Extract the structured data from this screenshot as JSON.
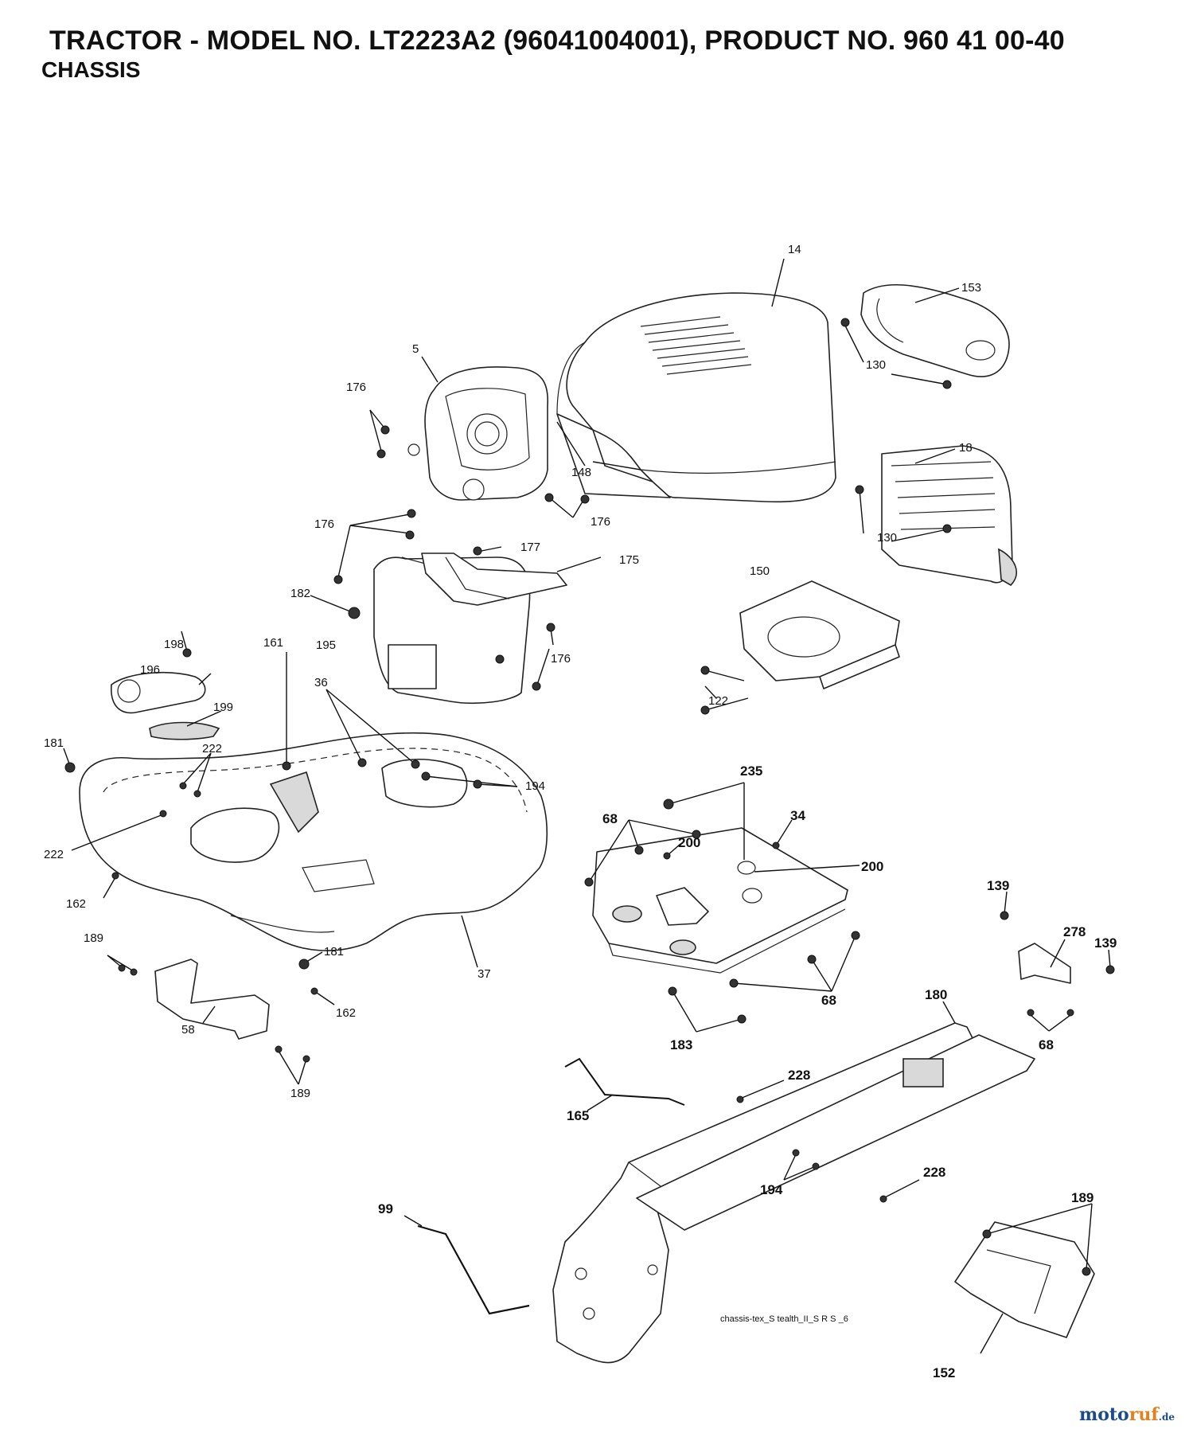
{
  "header": {
    "title": "TRACTOR - MODEL NO. LT2223A2 (96041004001), PRODUCT NO. 960 41 00-40",
    "section": "CHASSIS"
  },
  "diagram": {
    "drawing_code": "chassis-tex_S tealth_II_S R S _6",
    "callouts": {
      "c14": "14",
      "c153": "153",
      "c130a": "130",
      "c130b": "130",
      "c18": "18",
      "c5": "5",
      "c148": "148",
      "c176a": "176",
      "c176b": "176",
      "c176c": "176",
      "c176d": "176",
      "c177": "177",
      "c175": "175",
      "c182": "182",
      "c195": "195",
      "c150": "150",
      "c122": "122",
      "c198": "198",
      "c196": "196",
      "c199": "199",
      "c181a": "181",
      "c222a": "222",
      "c222b": "222",
      "c161": "161",
      "c36": "36",
      "c194a": "194",
      "c162a": "162",
      "c189a": "189",
      "c181b": "181",
      "c162b": "162",
      "c37": "37",
      "c58": "58",
      "c189b": "189",
      "c235": "235",
      "c68a": "68",
      "c200a": "200",
      "c34": "34",
      "c200b": "200",
      "c68b": "68",
      "c183": "183",
      "c139a": "139",
      "c278": "278",
      "c139b": "139",
      "c68c": "68",
      "c180": "180",
      "c228a": "228",
      "c165": "165",
      "c194b": "194",
      "c228b": "228",
      "c99": "99",
      "c189c": "189",
      "c152": "152"
    }
  },
  "watermark": {
    "part1": "moto",
    "part2": "ruf",
    "part3": ".de"
  }
}
